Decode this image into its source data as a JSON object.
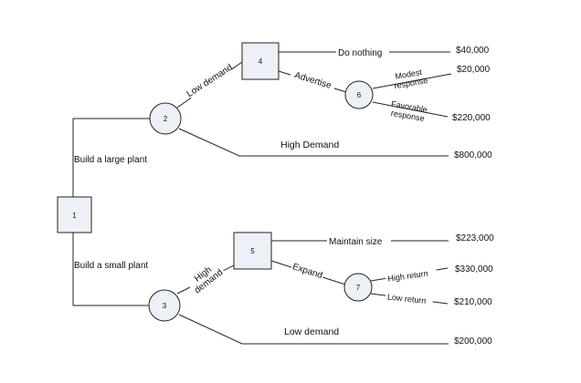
{
  "nodes": {
    "n1": "1",
    "n2": "2",
    "n3": "3",
    "n4": "4",
    "n5": "5",
    "n6": "6",
    "n7": "7"
  },
  "edge_labels": {
    "build_large": "Build a large plant",
    "build_small": "Build a small plant",
    "low_demand_upper": "Low demand",
    "high_demand_upper": "High Demand",
    "do_nothing": "Do nothing",
    "advertise": "Advertise",
    "modest_line1": "Modest",
    "modest_line2": "response",
    "favorable_line1": "Favorable",
    "favorable_line2": "response",
    "high_demand_lower_line1": "High",
    "high_demand_lower_line2": "demand",
    "low_demand_lower": "Low demand",
    "maintain_size": "Maintain size",
    "expand": "Expand",
    "high_return": "High return",
    "low_return": "Low return"
  },
  "payoffs": {
    "do_nothing": "$40,000",
    "modest": "$20,000",
    "favorable": "$220,000",
    "high_demand_upper": "$800,000",
    "maintain_size": "$223,000",
    "high_return": "$330,000",
    "low_return": "$210,000",
    "low_demand_lower": "$200,000"
  },
  "colors": {
    "node_fill": "#eef0f7",
    "line": "#222222"
  }
}
